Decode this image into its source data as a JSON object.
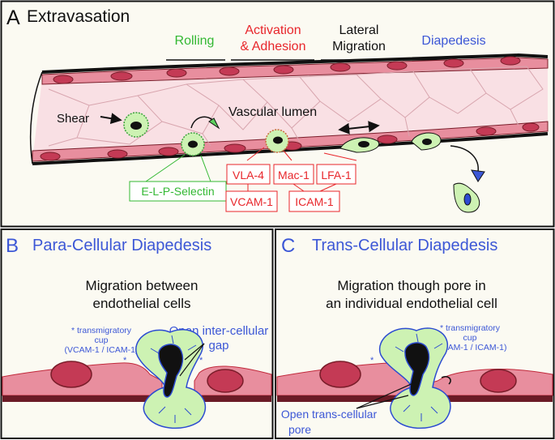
{
  "panel_a": {
    "letter": "A",
    "title": "Extravasation",
    "stages": [
      {
        "text": "Rolling",
        "color": "#33b833"
      },
      {
        "text": "Activation",
        "color": "#e8262b"
      },
      {
        "text": "& Adhesion",
        "color": "#e8262b"
      },
      {
        "text": "Lateral",
        "color": "#111111"
      },
      {
        "text": "Migration",
        "color": "#111111"
      },
      {
        "text": "Diapedesis",
        "color": "#3c57d6"
      }
    ],
    "shear_label": "Shear",
    "lumen_label": "Vascular lumen",
    "selectin_label": "E-L-P-Selectin",
    "integrins": [
      "VLA-4",
      "Mac-1",
      "LFA-1"
    ],
    "ligands": [
      "VCAM-1",
      "ICAM-1"
    ]
  },
  "panel_b": {
    "letter": "B",
    "title": "Para-Cellular Diapedesis",
    "subtitle_line1": "Migration between",
    "subtitle_line2": "endothelial cells",
    "cup_line1": "* transmigratory",
    "cup_line2": "cup",
    "cup_line3": "(VCAM-1 / ICAM-1)",
    "gap_line1": "Open inter-cellular",
    "gap_line2": "gap"
  },
  "panel_c": {
    "letter": "C",
    "title": "Trans-Cellular Diapedesis",
    "subtitle_line1": "Migration though pore in",
    "subtitle_line2": "an individual endothelial cell",
    "cup_line1": "* transmigratory",
    "cup_line2": "cup",
    "cup_line3": "(VCAM-1 / ICAM-1)",
    "pore_line1": "Open trans-cellular",
    "pore_line2": "pore"
  },
  "colors": {
    "title_blue": "#3c57d6",
    "adhesion_red": "#e8262b",
    "rolling_green": "#33b833",
    "vessel_pink": "#f4c7cd",
    "endo_pink": "#e88e9e",
    "nucleus_red": "#c43a55",
    "leukocyte_green": "#cdf2b3",
    "panel_bg": "#fbfaf2"
  }
}
